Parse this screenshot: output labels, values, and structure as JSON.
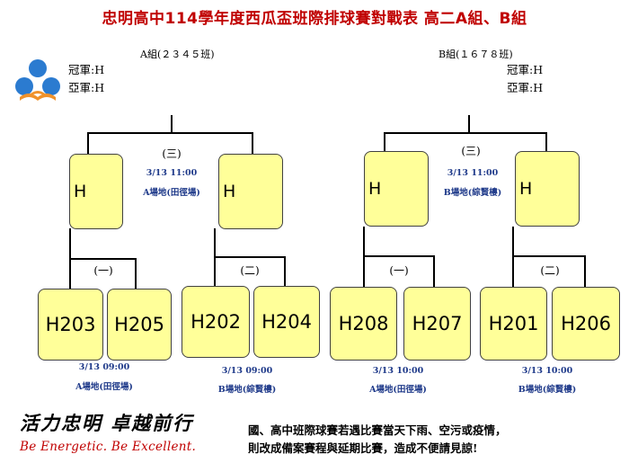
{
  "title": "忠明高中114學年度西瓜盃班際排球賽對戰表 高二A組、B組",
  "logo": {
    "icon": "school-logo-icon",
    "colors": [
      "#2b7bd0",
      "#f0922b"
    ]
  },
  "groups": {
    "a": {
      "header": "A組(２３４５班)",
      "champion": "冠軍:H",
      "runner_up": "亞軍:H",
      "final": {
        "label": "(三)",
        "time": "3/13 11:00",
        "venue": "A場地(田徑場)",
        "left": "H",
        "right": "H"
      },
      "semis": [
        {
          "label": "(一)",
          "time": "3/13 09:00",
          "venue": "A場地(田徑場)",
          "teams": [
            "H203",
            "H205"
          ]
        },
        {
          "label": "(二)",
          "time": "3/13 09:00",
          "venue": "B場地(綜賢樓)",
          "teams": [
            "H202",
            "H204"
          ]
        }
      ]
    },
    "b": {
      "header": "B組(１６７８班)",
      "champion": "冠軍:H",
      "runner_up": "亞軍:H",
      "final": {
        "label": "(三)",
        "time": "3/13 11:00",
        "venue": "B場地(綜賢樓)",
        "left": "H",
        "right": "H"
      },
      "semis": [
        {
          "label": "(一)",
          "time": "3/13 10:00",
          "venue": "A場地(田徑場)",
          "teams": [
            "H208",
            "H207"
          ]
        },
        {
          "label": "(二)",
          "time": "3/13 10:00",
          "venue": "B場地(綜賢樓)",
          "teams": [
            "H201",
            "H206"
          ]
        }
      ]
    }
  },
  "footer": {
    "slogan_cn": "活力忠明 卓越前行",
    "slogan_en": "Be Energetic.   Be Excellent.",
    "notice_line1": "國、高中班際球賽若遇比賽當天下雨、空污或疫情，",
    "notice_line2": "則改成備案賽程與延期比賽，造成不便請見諒!"
  }
}
